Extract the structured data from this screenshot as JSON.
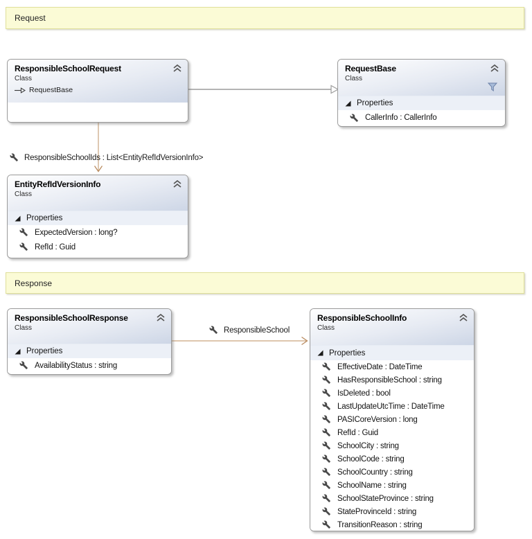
{
  "bands": [
    {
      "label": "Request"
    },
    {
      "label": "Response"
    }
  ],
  "classes": [
    {
      "title": "ResponsibleSchoolRequest",
      "kind": "Class",
      "inherits": "RequestBase"
    },
    {
      "title": "RequestBase",
      "kind": "Class",
      "properties_label": "Properties",
      "properties": [
        "CallerInfo : CallerInfo"
      ]
    },
    {
      "title": "EntityRefIdVersionInfo",
      "kind": "Class",
      "properties_label": "Properties",
      "properties": [
        "ExpectedVersion : long?",
        "RefId : Guid"
      ]
    },
    {
      "title": "ResponsibleSchoolResponse",
      "kind": "Class",
      "properties_label": "Properties",
      "properties": [
        "AvailabilityStatus : string"
      ]
    },
    {
      "title": "ResponsibleSchoolInfo",
      "kind": "Class",
      "properties_label": "Properties",
      "properties": [
        "EffectiveDate : DateTime",
        "HasResponsibleSchool : string",
        "IsDeleted : bool",
        "LastUpdateUtcTime : DateTime",
        "PASICoreVersion : long",
        "RefId : Guid",
        "SchoolCity : string",
        "SchoolCode : string",
        "SchoolCountry : string",
        "SchoolName : string",
        "SchoolStateProvince : string",
        "StateProvinceId : string",
        "TransitionReason : string"
      ]
    }
  ],
  "connectors": [
    {
      "type": "inheritance",
      "from": "ResponsibleSchoolRequest",
      "to": "RequestBase",
      "label": ""
    },
    {
      "type": "association",
      "from": "ResponsibleSchoolRequest",
      "to": "EntityRefIdVersionInfo",
      "label": "ResponsibleSchoolIds : List<EntityRefIdVersionInfo>"
    },
    {
      "type": "association",
      "from": "ResponsibleSchoolResponse",
      "to": "ResponsibleSchoolInfo",
      "label": "ResponsibleSchool"
    }
  ],
  "icons": {
    "collapse_chevron": "double-chevron-up",
    "expander": "expanded-triangle",
    "wrench": "property-wrench",
    "funnel": "filter-funnel",
    "inheritance_arrow": "line-with-hollow-triangle"
  },
  "colors": {
    "band_bg": "#FBFBD6",
    "band_border": "#DFDF9A",
    "box_border": "#9B9B9B",
    "header_grad_top": "#FFFFFF",
    "header_grad_bottom": "#CDD6E6",
    "props_header_bg": "#ECF0F7",
    "association": "#C59E77",
    "association_arrow": "#B98B5F",
    "inheritance": "#9C9C9C"
  }
}
